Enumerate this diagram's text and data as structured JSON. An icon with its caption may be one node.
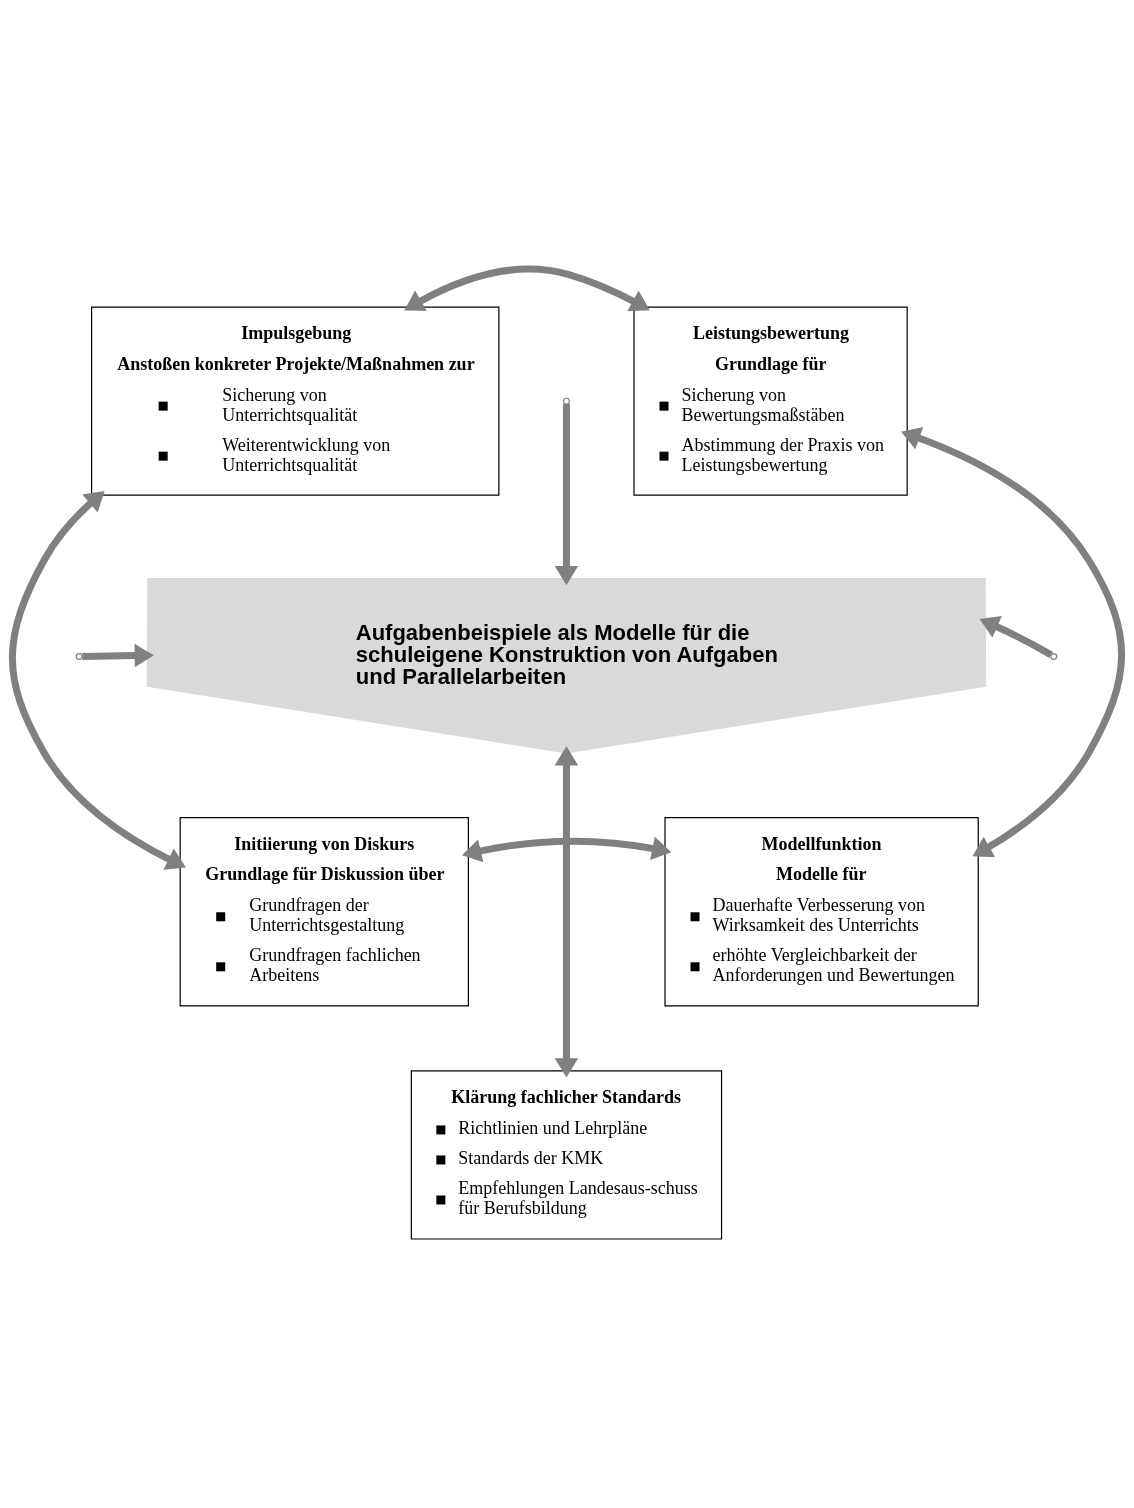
{
  "diagram": {
    "nodes": [
      {
        "text": [
          "Aufgabenbeispiele als Modelle für die schuleigene Konstruktion von Aufgaben und Parallelarbeiten"
        ]
      },
      {
        "text": [
          "Impulsgebung",
          "Anstoßen konkreter Projekte/Maßnahmen zur",
          "Sicherung von Unterrichtsqualität",
          "Weiterentwicklung von Unterrichtsqualität"
        ]
      },
      {
        "text": [
          "Leistungsbewertung",
          "Grundlage für",
          "Sicherung von Bewertungsmaßstäben",
          "Abstimmung der Praxis von Leistungsbewertung"
        ]
      },
      {
        "text": [
          "Initiierung von Diskurs",
          "Grundlage für Diskussion über",
          "Grundfragen der Unterrichtsgestaltung",
          "Grundfragen fachlichen Arbeitens"
        ]
      },
      {
        "text": [
          "Modellfunktion",
          "Modelle für",
          "Dauerhafte Verbesserung von Wirksamkeit des Unterrichts",
          "erhöhte Vergleichbarkeit der Anforderungen und Bewertungen"
        ]
      },
      {
        "text": [
          "Klärung fachlicher Standards",
          "Richtlinien und Lehrpläne",
          "Standards der KMK",
          "Empfehlungen Landesaus-schuss für Berufsbildung"
        ]
      }
    ],
    "edges": [
      {
        "from": 1,
        "to": 2,
        "arrow": "both"
      },
      {
        "from": null,
        "to": 0,
        "arrow": "to"
      },
      {
        "from": 1,
        "to": 3,
        "arrow": "both"
      },
      {
        "from": null,
        "to": 0,
        "arrow": "to"
      },
      {
        "from": 2,
        "to": 4,
        "arrow": "both"
      },
      {
        "from": null,
        "to": 0,
        "arrow": "to"
      },
      {
        "from": 3,
        "to": 4,
        "arrow": "both"
      },
      {
        "from": 0,
        "to": 5,
        "arrow": "both"
      }
    ]
  }
}
